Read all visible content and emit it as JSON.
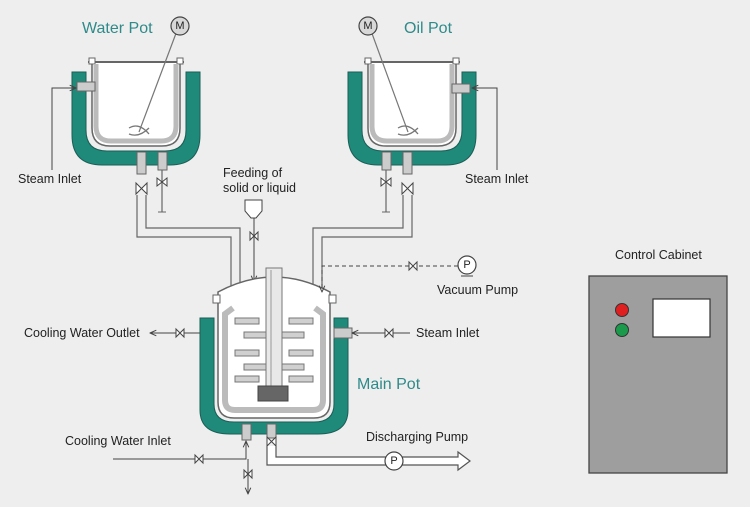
{
  "pots": {
    "water": {
      "title": "Water Pot",
      "motor": "M"
    },
    "oil": {
      "title": "Oil Pot",
      "motor": "M"
    },
    "main": {
      "title": "Main Pot"
    }
  },
  "labels": {
    "steam_inlet_left": "Steam Inlet",
    "steam_inlet_right": "Steam Inlet",
    "steam_inlet_main": "Steam Inlet",
    "feeding_line1": "Feeding of",
    "feeding_line2": "solid or liquid",
    "vacuum_pump": "Vacuum Pump",
    "cooling_water_outlet": "Cooling Water Outlet",
    "cooling_water_inlet": "Cooling Water Inlet",
    "discharging_pump": "Discharging Pump",
    "control_cabinet": "Control Cabinet"
  },
  "pump_symbol": "P",
  "colors": {
    "jacket": "#1f8a7a",
    "jacket_edge": "#1b5e57",
    "title": "#2f8a8a",
    "cabinet": "#9e9e9e",
    "indicator_red": "#e02020",
    "indicator_green": "#1a9a4a"
  }
}
